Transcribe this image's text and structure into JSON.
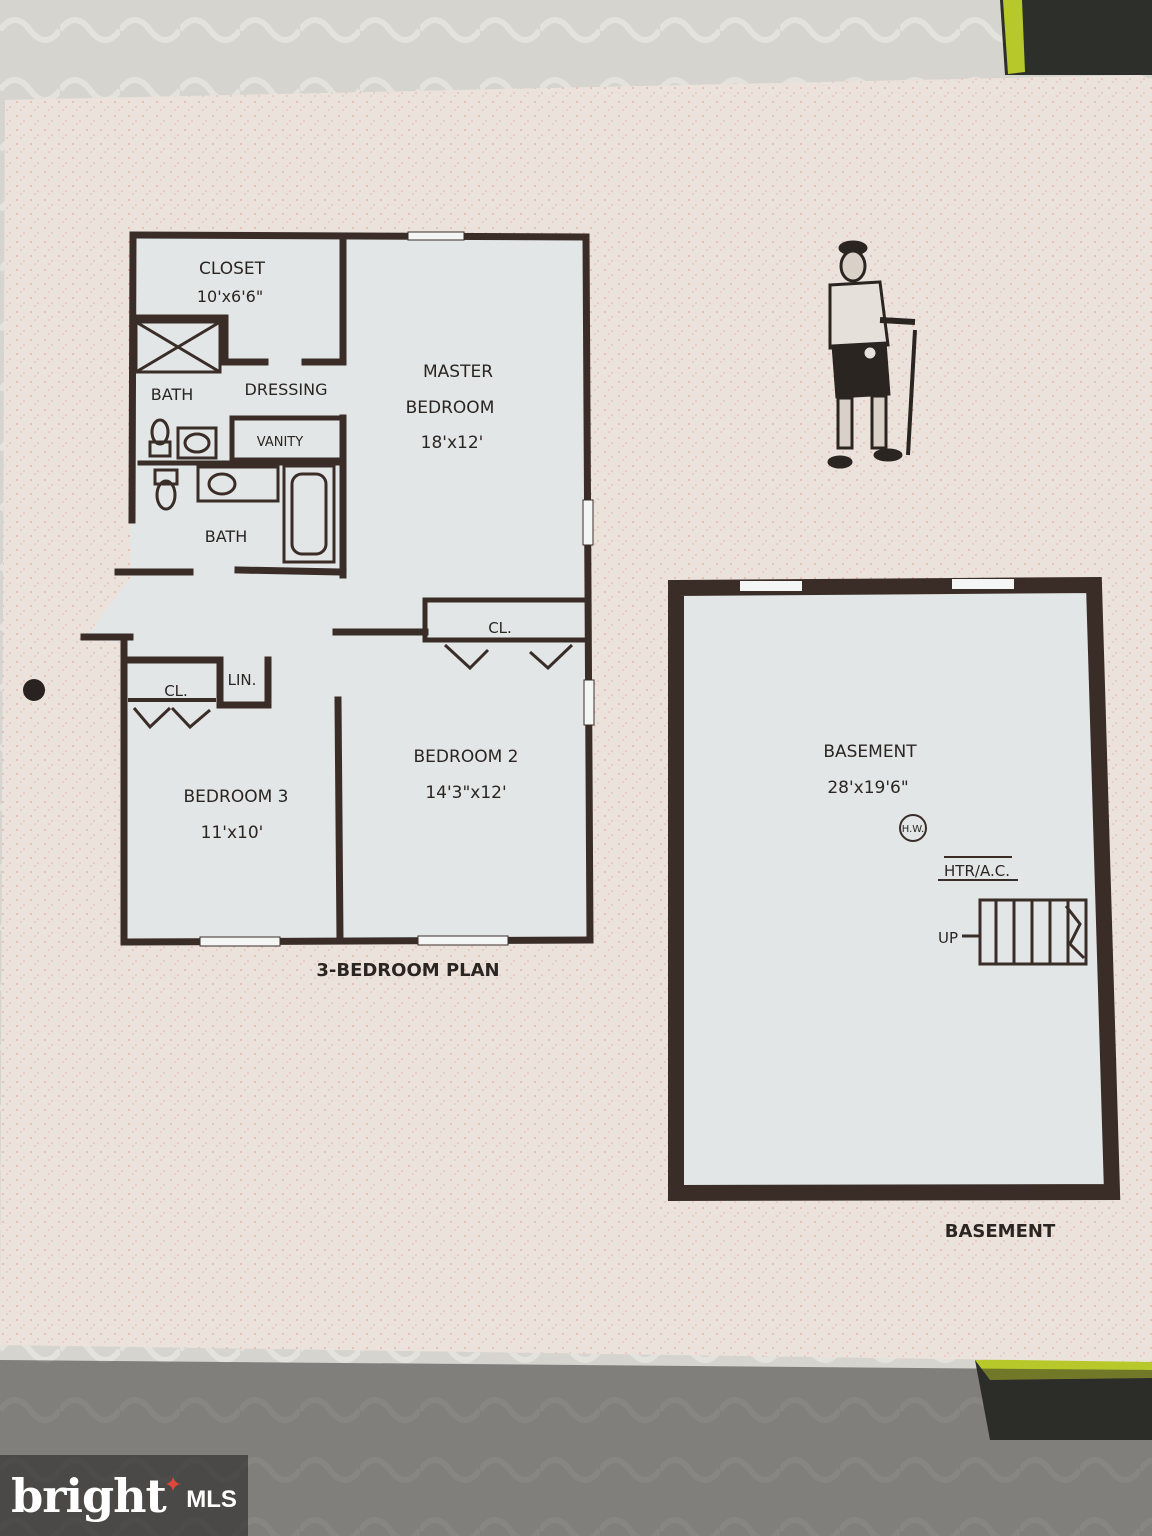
{
  "plan": {
    "caption": "3-BEDROOM PLAN",
    "rooms": {
      "closet_name": "CLOSET",
      "closet_size": "10'x6'6\"",
      "bath_upper": "BATH",
      "dressing": "DRESSING",
      "vanity": "VANITY",
      "bath_lower": "BATH",
      "master_name": "MASTER",
      "master_name2": "BEDROOM",
      "master_size": "18'x12'",
      "closet_cl_upper": "CL.",
      "closet_cl_lower": "CL.",
      "linen": "LIN.",
      "bedroom2_name": "BEDROOM 2",
      "bedroom2_size": "14'3\"x12'",
      "bedroom3_name": "BEDROOM 3",
      "bedroom3_size": "11'x10'"
    }
  },
  "basement": {
    "caption": "BASEMENT",
    "room_name": "BASEMENT",
    "room_size": "28'x19'6\"",
    "water_heater": "H.W.",
    "hvac": "HTR/A.C.",
    "stairs": "UP"
  },
  "watermark": {
    "brand": "bright",
    "suffix": "MLS"
  },
  "colors": {
    "wall": "#3a2d28",
    "paper": "#ece2dc",
    "room_fill": "#e2e6e6",
    "binder": "#b7c92a"
  }
}
